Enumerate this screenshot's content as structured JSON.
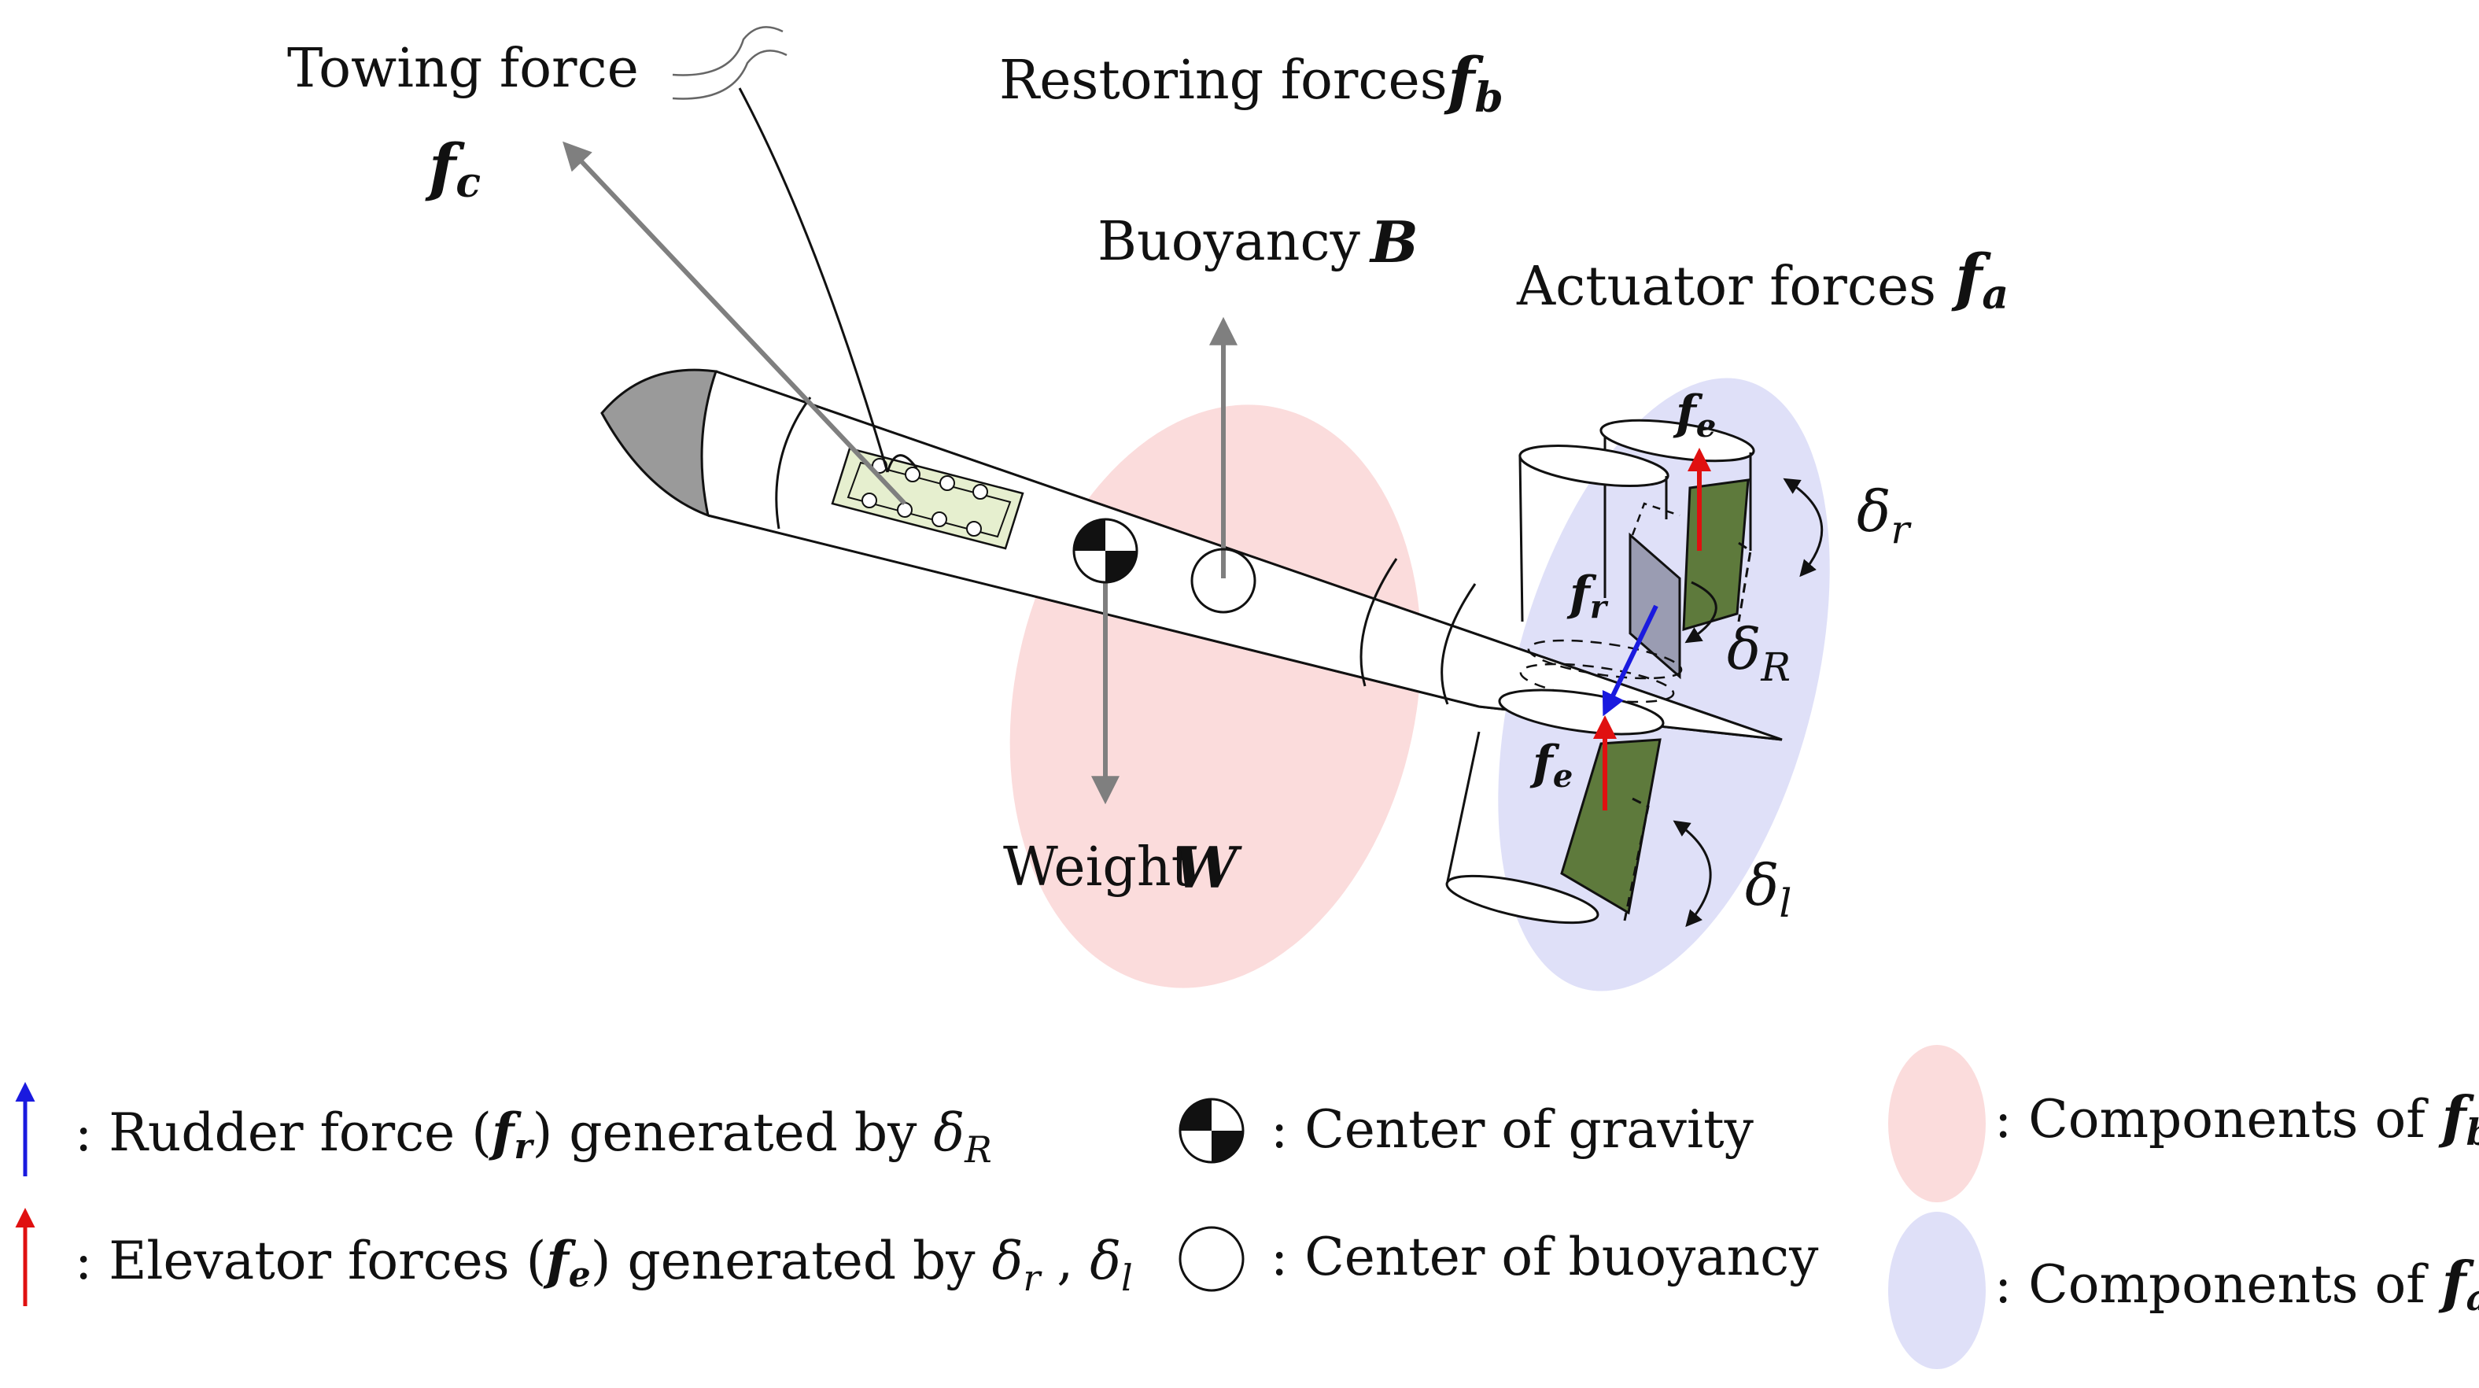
{
  "labels": {
    "towing_force": "Towing force",
    "towing_symbol": "f",
    "towing_sub": "c",
    "restoring_forces": "Restoring forces",
    "restoring_symbol": "f",
    "restoring_sub": "b",
    "buoyancy": "Buoyancy",
    "buoyancy_symbol": "B",
    "actuator_forces": "Actuator forces",
    "actuator_symbol": "f",
    "actuator_sub": "a",
    "weight": "Weight",
    "weight_symbol": "W",
    "fe_top": "f",
    "fe_top_sub": "e",
    "fr": "f",
    "fr_sub": "r",
    "fe_bottom": "f",
    "fe_bottom_sub": "e",
    "delta_r": "δ",
    "delta_r_sub": "r",
    "delta_R": "δ",
    "delta_R_sub": "R",
    "delta_l": "δ",
    "delta_l_sub": "l"
  },
  "legend": {
    "rudder_prefix": ": Rudder force (",
    "rudder_sym": "f",
    "rudder_sym_sub": "r",
    "rudder_mid": ") generated by ",
    "rudder_delta": "δ",
    "rudder_delta_sub": "R",
    "elevator_prefix": ": Elevator forces (",
    "elevator_sym": "f",
    "elevator_sym_sub": "e",
    "elevator_mid": ") generated by ",
    "elevator_delta1": "δ",
    "elevator_delta1_sub": "r",
    "elevator_sep": " , ",
    "elevator_delta2": "δ",
    "elevator_delta2_sub": "l",
    "cog": ": Center of gravity",
    "cob": ": Center of buoyancy",
    "comp_fb_prefix": ": Components of ",
    "comp_fb_sym": "f",
    "comp_fb_sub": "b",
    "comp_fa_prefix": ": Components of ",
    "comp_fa_sym": "f",
    "comp_fa_sub": "a"
  },
  "colors": {
    "restoring_region": "#fbdcdc",
    "actuator_region": "#dfe0f8",
    "rudder_arrow": "#1a1adf",
    "elevator_arrow": "#e01010",
    "force_arrow": "#7f7f7f",
    "nose": "#9a9a9a",
    "fin": "#5e7a3c",
    "rudder_plate": "#9a9cb2",
    "towpoint_plate": "#e6efcf"
  }
}
